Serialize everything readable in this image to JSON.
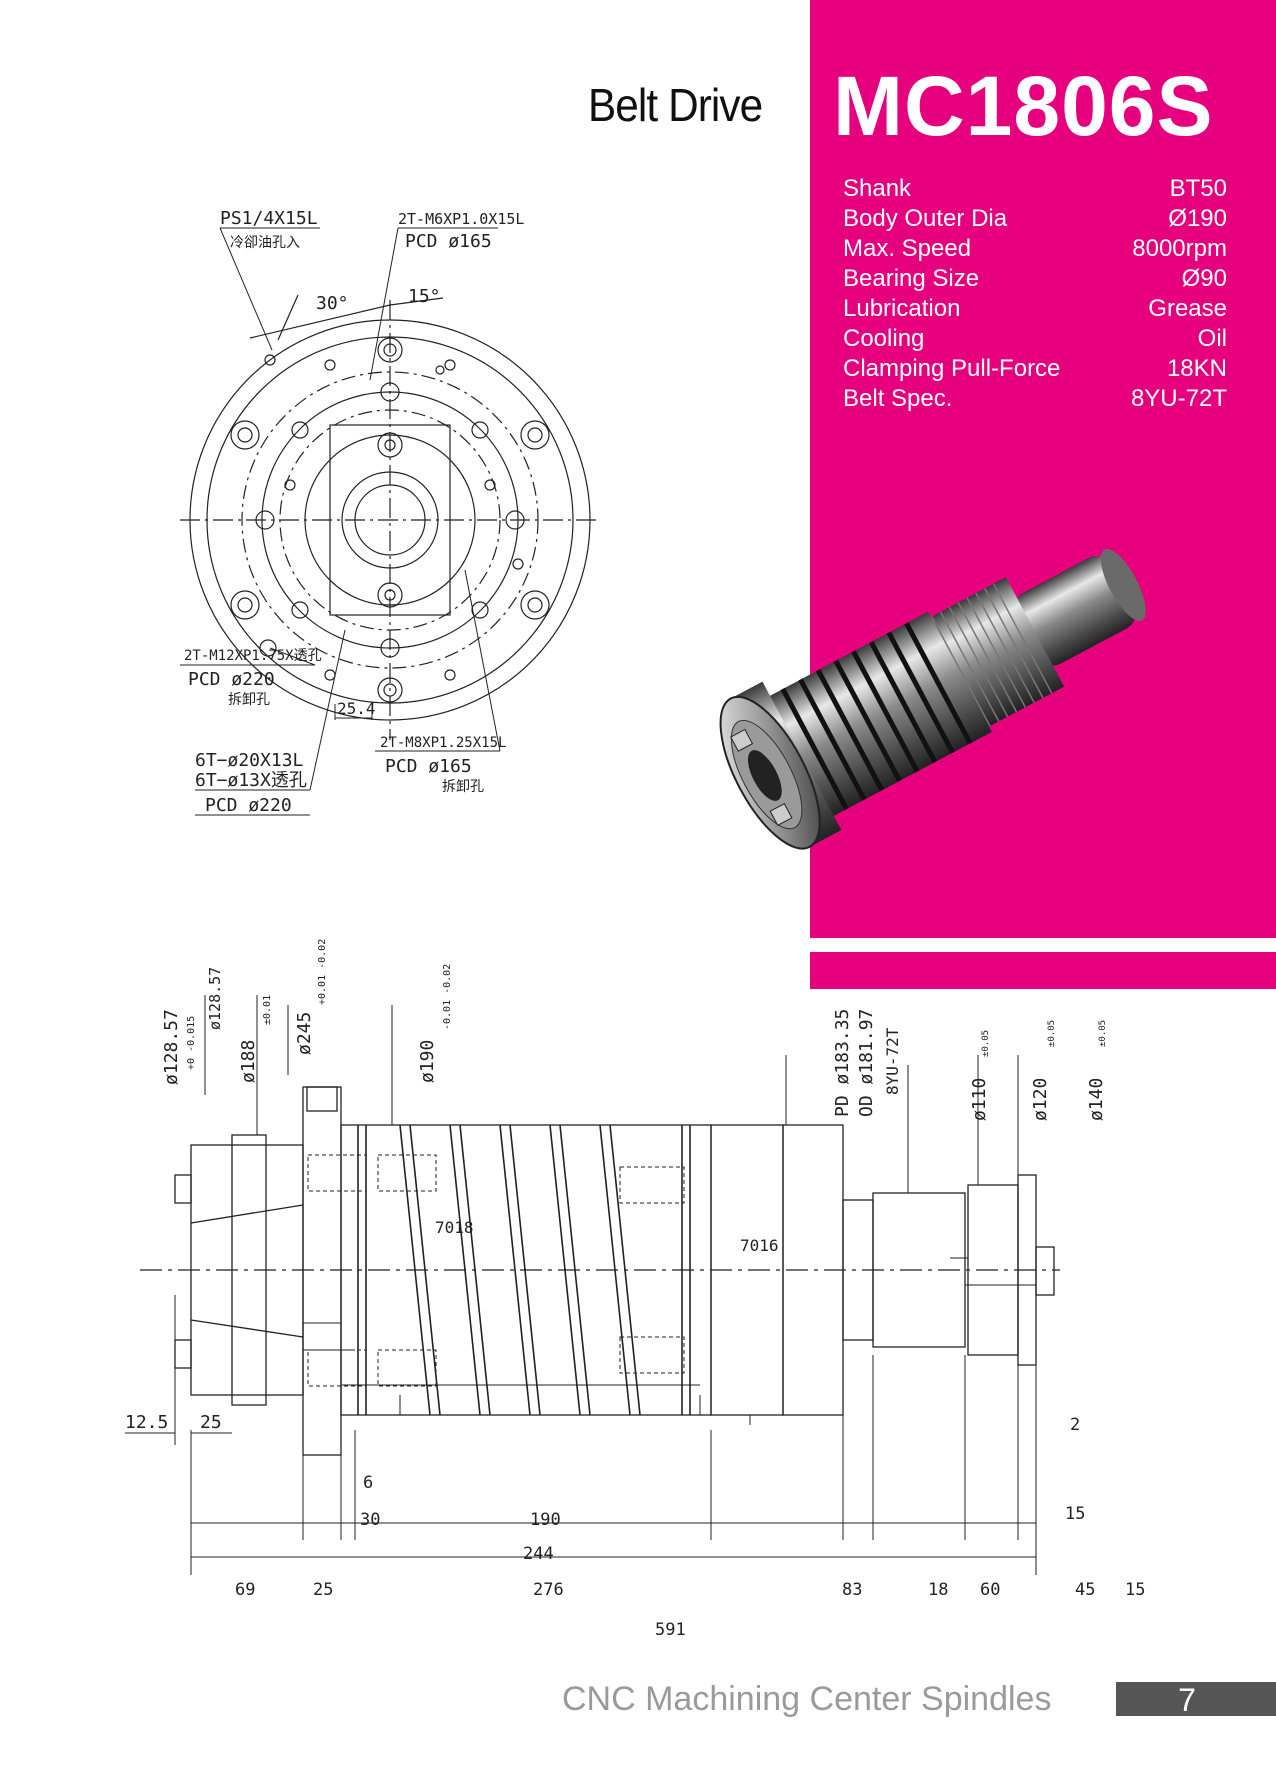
{
  "header": {
    "left_title": "Belt Drive",
    "model": "MC1806S"
  },
  "specs": [
    {
      "label": "Shank",
      "value": "BT50"
    },
    {
      "label": "Body Outer Dia",
      "value": "Ø190"
    },
    {
      "label": "Max. Speed",
      "value": "8000rpm"
    },
    {
      "label": "Bearing Size",
      "value": "Ø90"
    },
    {
      "label": "Lubrication",
      "value": "Grease"
    },
    {
      "label": "Cooling",
      "value": "Oil"
    },
    {
      "label": "Clamping Pull-Force",
      "value": "18KN"
    },
    {
      "label": "Belt Spec.",
      "value": "8YU-72T"
    }
  ],
  "front_view": {
    "ps_label": "PS1/4X15L",
    "coolant_label": "冷卻油孔入",
    "m6_label": "2T-M6XP1.0X15L",
    "m6_pcd": "PCD ø165",
    "angle_30": "30°",
    "angle_15": "15°",
    "m12_label": "2T-M12XP1.75X透孔",
    "m12_pcd": "PCD ø220",
    "m12_note": "拆卸孔",
    "dim_25_4": "25.4",
    "m8_label": "2T-M8XP1.25X15L",
    "m8_pcd": "PCD ø165",
    "m8_note": "拆卸孔",
    "hole_a": "6T−ø20X13L",
    "hole_b": "6T−ø13X透孔",
    "hole_pcd": "PCD ø220"
  },
  "side_view": {
    "dia_128": "ø128.57",
    "dia_128_tol": "+0 -0.015",
    "dia_188": "ø188",
    "dia_188_tol": "±0.01",
    "dia_245": "ø245",
    "dia_245_tol": "+0.01 -0.02",
    "dia_190": "ø190",
    "dia_190_tol": "-0.01 -0.02",
    "pd": "PD ø183.35",
    "od": "OD ø181.97",
    "belt": "8YU-72T",
    "dia_110": "ø110",
    "dia_110_tol": "±0.05",
    "dia_120": "ø120",
    "dia_120_tol": "±0.05",
    "dia_140": "ø140",
    "dia_140_tol": "±0.05",
    "bearing_front": "7018",
    "bearing_rear": "7016",
    "dims": {
      "d12_5": "12.5",
      "d25a": "25",
      "d6": "6",
      "d30": "30",
      "d190": "190",
      "d244": "244",
      "d69": "69",
      "d25b": "25",
      "d276": "276",
      "d83": "83",
      "d18": "18",
      "d60": "60",
      "d45": "45",
      "d15a": "15",
      "d2": "2",
      "d15b": "15",
      "d591": "591"
    }
  },
  "footer": {
    "text": "CNC Machining Center Spindles",
    "page": "7"
  },
  "colors": {
    "magenta": "#e6007e",
    "footer_gray": "#9a9a9a",
    "page_box": "#555555"
  }
}
